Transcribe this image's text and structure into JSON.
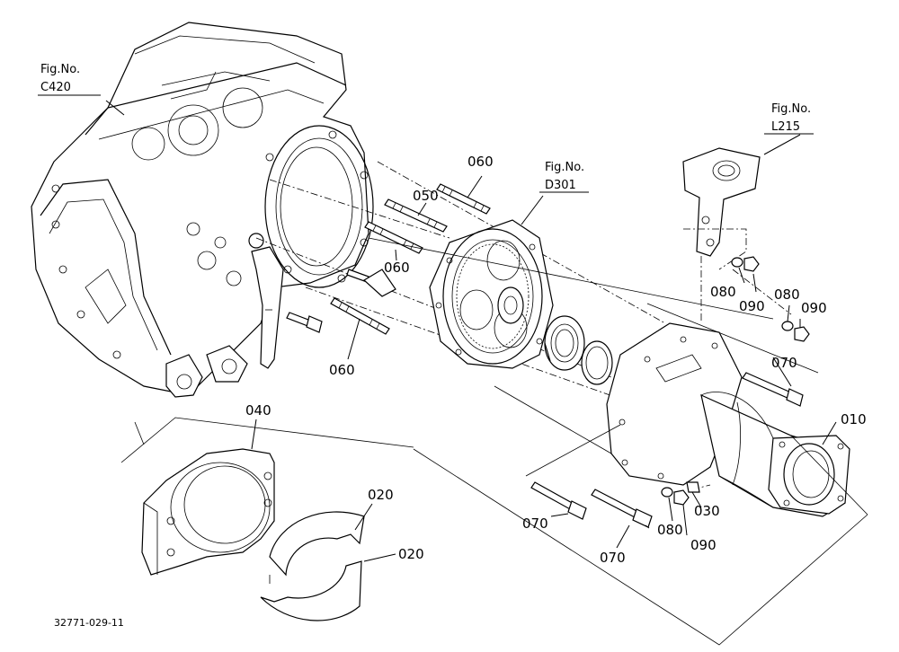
{
  "figure_refs": [
    {
      "id": "c420",
      "line1": "Fig.No.",
      "line2": "C420"
    },
    {
      "id": "d301",
      "line1": "Fig.No.",
      "line2": "D301"
    },
    {
      "id": "l215",
      "line1": "Fig.No.",
      "line2": "L215"
    }
  ],
  "part_labels": [
    {
      "id": "p060a",
      "text": "060"
    },
    {
      "id": "p050",
      "text": "050"
    },
    {
      "id": "p060b",
      "text": "060"
    },
    {
      "id": "p060c",
      "text": "060"
    },
    {
      "id": "p040",
      "text": "040"
    },
    {
      "id": "p020a",
      "text": "020"
    },
    {
      "id": "p020b",
      "text": "020"
    },
    {
      "id": "p080a",
      "text": "080"
    },
    {
      "id": "p090a",
      "text": "090"
    },
    {
      "id": "p080b",
      "text": "080"
    },
    {
      "id": "p090b",
      "text": "090"
    },
    {
      "id": "p070a",
      "text": "070"
    },
    {
      "id": "p010",
      "text": "010"
    },
    {
      "id": "p030",
      "text": "030"
    },
    {
      "id": "p080c",
      "text": "080"
    },
    {
      "id": "p090c",
      "text": "090"
    },
    {
      "id": "p070b",
      "text": "070"
    },
    {
      "id": "p070c",
      "text": "070"
    }
  ],
  "drawing_code": "32771-029-11"
}
